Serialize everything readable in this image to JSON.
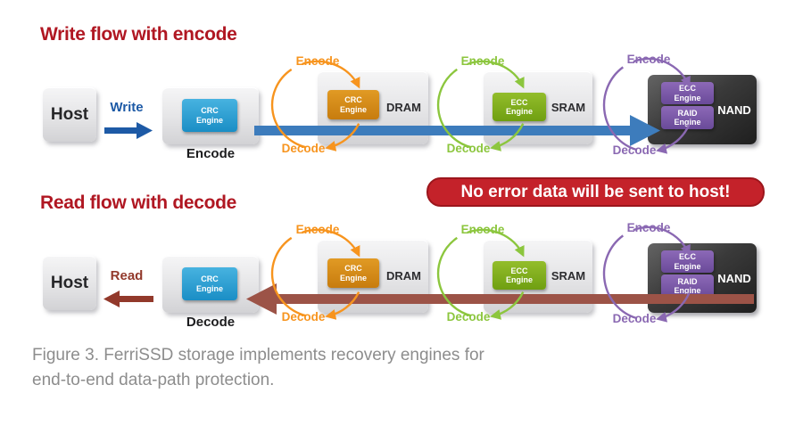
{
  "banner": {
    "text": "No error data will be sent to host!"
  },
  "caption": {
    "line1": "Figure 3. FerriSSD storage implements recovery engines for",
    "line2": "end-to-end data-path protection."
  },
  "flows": [
    {
      "title": "Write flow with encode",
      "host_label": "Host",
      "transfer_label": "Write",
      "controller": {
        "line1": "CRC",
        "line2": "Engine",
        "caption": "Encode"
      },
      "stages": [
        {
          "chip": "DRAM",
          "engine": {
            "line1": "CRC",
            "line2": "Engine"
          },
          "encode": "Encode",
          "decode": "Decode"
        },
        {
          "chip": "SRAM",
          "engine": {
            "line1": "ECC",
            "line2": "Engine"
          },
          "encode": "Encode",
          "decode": "Decode"
        },
        {
          "chip": "NAND",
          "engines": [
            {
              "line1": "ECC",
              "line2": "Engine"
            },
            {
              "line1": "RAID",
              "line2": "Engine"
            }
          ],
          "encode": "Encode",
          "decode": "Decode"
        }
      ]
    },
    {
      "title": "Read flow with decode",
      "host_label": "Host",
      "transfer_label": "Read",
      "controller": {
        "line1": "CRC",
        "line2": "Engine",
        "caption": "Decode"
      },
      "stages": [
        {
          "chip": "DRAM",
          "engine": {
            "line1": "CRC",
            "line2": "Engine"
          },
          "encode": "Encode",
          "decode": "Decode"
        },
        {
          "chip": "SRAM",
          "engine": {
            "line1": "ECC",
            "line2": "Engine"
          },
          "encode": "Encode",
          "decode": "Decode"
        },
        {
          "chip": "NAND",
          "engines": [
            {
              "line1": "ECC",
              "line2": "Engine"
            },
            {
              "line1": "RAID",
              "line2": "Engine"
            }
          ],
          "encode": "Encode",
          "decode": "Decode"
        }
      ]
    }
  ],
  "colors": {
    "title_red": "#b01722",
    "banner_red": "#c4222a",
    "write_arrow_blue": "#3d7cbc",
    "write_label_blue": "#1d5aa6",
    "read_arrow_red": "#9c5347",
    "read_label_red": "#92392b",
    "crc_cycle_orange": "#f7941e",
    "ecc_cycle_green": "#8cc63e",
    "nand_cycle_purple": "#8a68b2"
  }
}
